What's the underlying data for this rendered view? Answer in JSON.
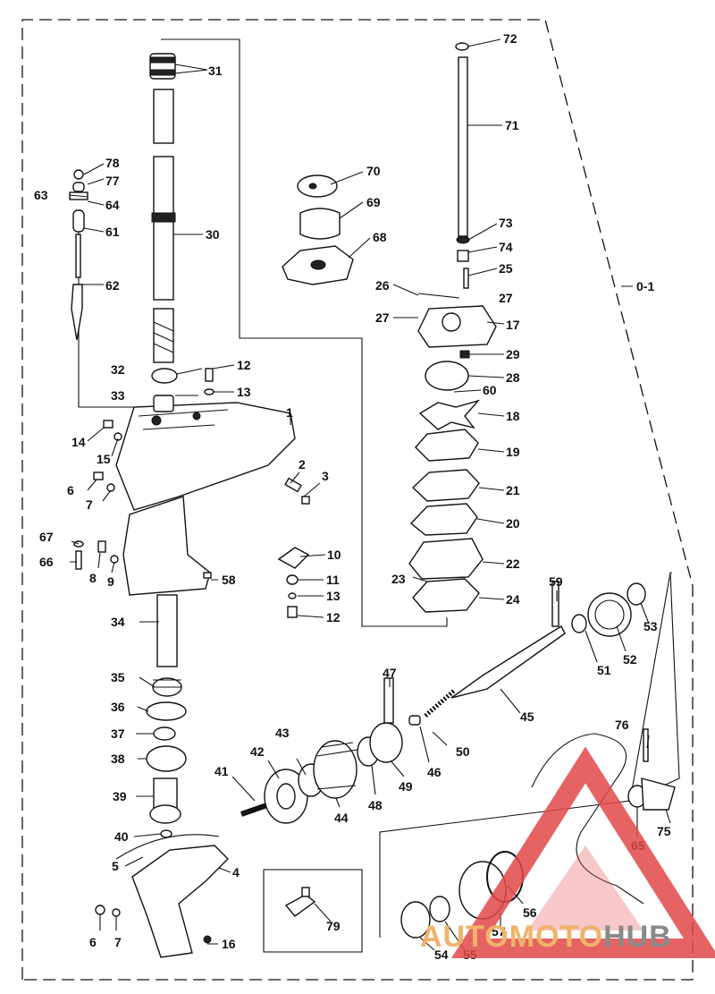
{
  "diagram": {
    "labels": [
      "72",
      "31",
      "71",
      "78",
      "77",
      "63",
      "64",
      "30",
      "70",
      "61",
      "69",
      "73",
      "68",
      "74",
      "25",
      "62",
      "26",
      "27",
      "27",
      "17",
      "29",
      "12",
      "32",
      "28",
      "13",
      "60",
      "33",
      "1",
      "18",
      "14",
      "15",
      "19",
      "2",
      "6",
      "3",
      "21",
      "7",
      "20",
      "67",
      "8",
      "10",
      "22",
      "66",
      "9",
      "23",
      "24",
      "58",
      "11",
      "13",
      "59",
      "12",
      "53",
      "34",
      "51",
      "52",
      "47",
      "35",
      "45",
      "36",
      "43",
      "50",
      "37",
      "42",
      "46",
      "76",
      "38",
      "41",
      "48",
      "49",
      "44",
      "65",
      "75",
      "39",
      "40",
      "5",
      "4",
      "56",
      "79",
      "57",
      "6",
      "7",
      "16",
      "54",
      "55"
    ],
    "section_label": "0-1"
  },
  "watermark": {
    "part1": "AUTOMOTO",
    "part2": "HUB",
    "color1": "#f0b36b",
    "color2": "#8a8a8a",
    "triangle_color": "#e2484a"
  }
}
